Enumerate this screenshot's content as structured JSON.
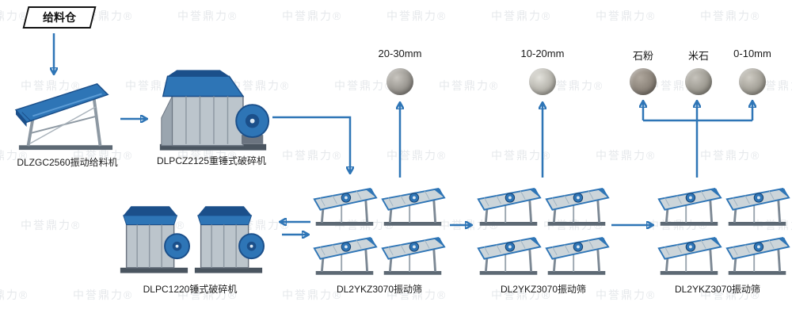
{
  "watermark": {
    "text": "中誉鼎力®"
  },
  "feed_bin": {
    "label": "给料仓"
  },
  "machines": {
    "feeder": {
      "label": "DLZGC2560振动给料机"
    },
    "hammer_crusher": {
      "label": "DLPCZ2125重锤式破碎机"
    },
    "small_crusher": {
      "label": "DLPC1220锤式破碎机"
    },
    "screens": [
      "DL2YKZ3070振动筛",
      "DL2YKZ3070振动筛",
      "DL2YKZ3070振动筛"
    ]
  },
  "products": {
    "p20_30": {
      "label": "20-30mm"
    },
    "p10_20": {
      "label": "10-20mm"
    },
    "stone_powder": {
      "label": "石粉"
    },
    "rice_stone": {
      "label": "米石"
    },
    "p0_10": {
      "label": "0-10mm"
    }
  },
  "colors": {
    "arrow_blue": "#2e75b6",
    "machine_blue": "#2e75b6",
    "machine_dark_blue": "#1b4f8a",
    "machine_gray": "#bcc5cc",
    "label_text": "#1a1a1a",
    "background": "#ffffff"
  }
}
